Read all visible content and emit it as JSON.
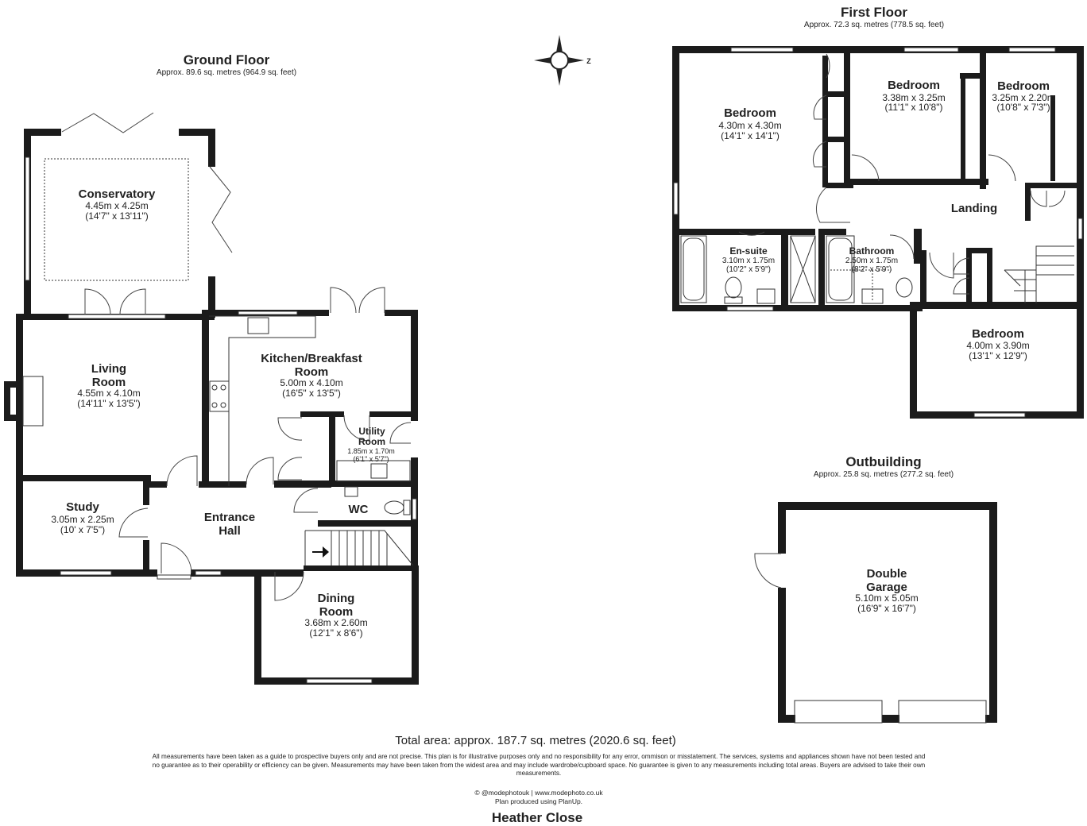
{
  "floors": {
    "ground": {
      "title": "Ground Floor",
      "area": "Approx. 89.6 sq. metres (964.9 sq. feet)"
    },
    "first": {
      "title": "First Floor",
      "area": "Approx. 72.3 sq. metres (778.5 sq. feet)"
    },
    "outbuilding": {
      "title": "Outbuilding",
      "area": "Approx. 25.8 sq. metres (277.2 sq. feet)"
    }
  },
  "compass": {
    "label": "Z"
  },
  "rooms": {
    "conservatory": {
      "name": "Conservatory",
      "metric": "4.45m x 4.25m",
      "imperial": "(14'7\" x 13'11\")"
    },
    "living": {
      "name": "Living\nRoom",
      "metric": "4.55m x 4.10m",
      "imperial": "(14'11\" x 13'5\")"
    },
    "kitchen": {
      "name": "Kitchen/Breakfast\nRoom",
      "metric": "5.00m x 4.10m",
      "imperial": "(16'5\" x 13'5\")"
    },
    "utility": {
      "name": "Utility\nRoom",
      "metric": "1.85m x 1.70m",
      "imperial": "(6'1\" x 5'7\")"
    },
    "wc": {
      "name": "WC"
    },
    "study": {
      "name": "Study",
      "metric": "3.05m x 2.25m",
      "imperial": "(10' x 7'5\")"
    },
    "hall": {
      "name": "Entrance\nHall"
    },
    "dining": {
      "name": "Dining\nRoom",
      "metric": "3.68m x 2.60m",
      "imperial": "(12'1\" x 8'6\")"
    },
    "bed1": {
      "name": "Bedroom",
      "metric": "4.30m x 4.30m",
      "imperial": "(14'1\" x 14'1\")"
    },
    "bed2": {
      "name": "Bedroom",
      "metric": "3.38m x 3.25m",
      "imperial": "(11'1\" x 10'8\")"
    },
    "bed3": {
      "name": "Bedroom",
      "metric": "3.25m x 2.20m",
      "imperial": "(10'8\" x 7'3\")"
    },
    "landing": {
      "name": "Landing"
    },
    "ensuite": {
      "name": "En-suite",
      "metric": "3.10m x 1.75m",
      "imperial": "(10'2\" x 5'9\")"
    },
    "bathroom": {
      "name": "Bathroom",
      "metric": "2.50m x 1.75m",
      "imperial": "(8'2\" x 5'9\")"
    },
    "bed4": {
      "name": "Bedroom",
      "metric": "4.00m x 3.90m",
      "imperial": "(13'1\" x 12'9\")"
    },
    "garage": {
      "name": "Double\nGarage",
      "metric": "5.10m x 5.05m",
      "imperial": "(16'9\" x 16'7\")"
    }
  },
  "footer": {
    "total": "Total area: approx. 187.7 sq. metres (2020.6 sq. feet)",
    "disclaimer": "All measurements have been taken as a guide to prospective buyers only and are not precise. This plan is for illustrative purposes only and no responsibility for any error, ommison or misstatement. The services, systems and appliances shown have not been tested and no guarantee as to their operability or efficiency can be given. Measurements may have been taken from the widest area and may include wardrobe/cupboard space. No guarantee is given to any measurements including total areas. Buyers are advised to take their own measurements.",
    "credit1": "© @modephotouk | www.modephoto.co.uk",
    "credit2": "Plan produced using PlanUp.",
    "property": "Heather Close"
  }
}
